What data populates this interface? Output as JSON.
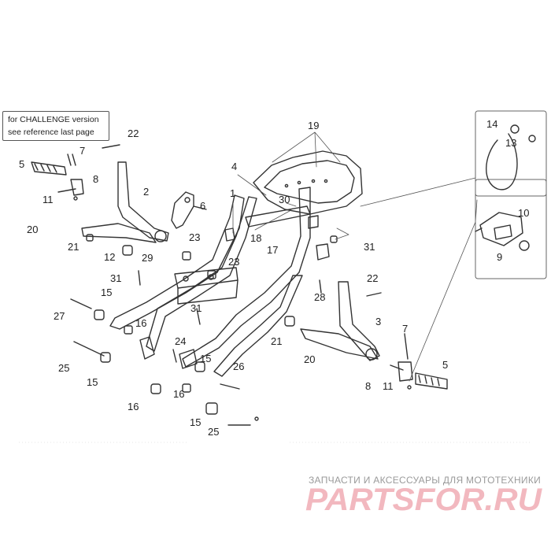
{
  "note": {
    "line1": "for CHALLENGE version",
    "line2": "see reference last page"
  },
  "callouts": {
    "c1": "1",
    "c2": "2",
    "c3": "3",
    "c4": "4",
    "c5_left": "5",
    "c5_right": "5",
    "c6": "6",
    "c7_left": "7",
    "c7_right": "7",
    "c8_left": "8",
    "c8_right": "8",
    "c9": "9",
    "c10": "10",
    "c11_left": "11",
    "c11_right": "11",
    "c12": "12",
    "c13": "13",
    "c14": "14",
    "c15_a": "15",
    "c15_b": "15",
    "c15_c": "15",
    "c15_d": "15",
    "c16_a": "16",
    "c16_b": "16",
    "c16_c": "16",
    "c17": "17",
    "c18": "18",
    "c19": "19",
    "c20_left": "20",
    "c20_right": "20",
    "c21_left": "21",
    "c21_right": "21",
    "c22_left": "22",
    "c22_right": "22",
    "c23_a": "23",
    "c23_b": "23",
    "c24": "24",
    "c25_a": "25",
    "c25_b": "25",
    "c26": "26",
    "c27": "27",
    "c28": "28",
    "c29": "29",
    "c30": "30",
    "c31_a": "31",
    "c31_b": "31",
    "c31_c": "31"
  },
  "watermark": {
    "tagline": "ЗАПЧАСТИ И АКСЕССУАРЫ ДЛЯ МОТОТЕХНИКИ",
    "logo": "PARTSFOR.RU",
    "color": "#f2b8bf"
  }
}
